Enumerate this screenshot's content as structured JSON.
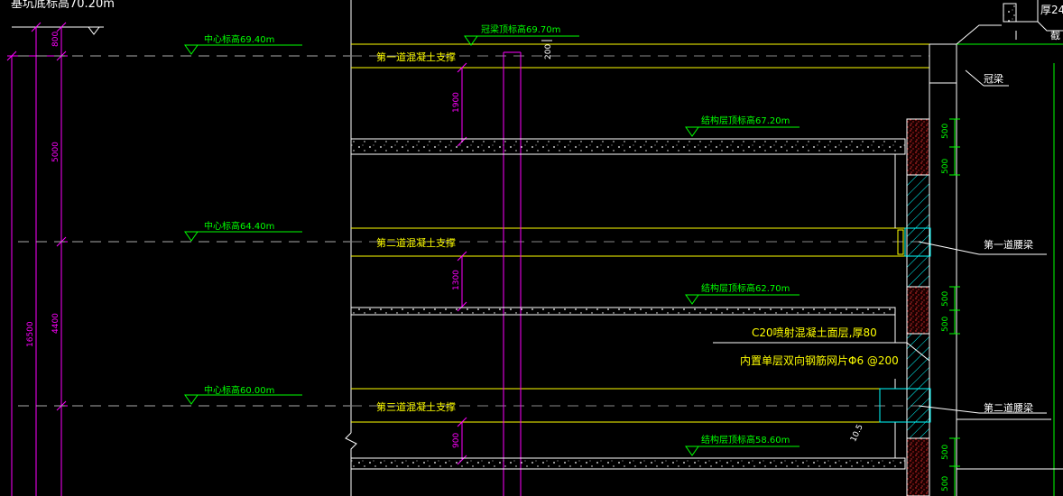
{
  "title_partial": "基坑底标高70.20m",
  "top_right": {
    "label_a": "厚24",
    "label_b": "截",
    "slope_label": "10.5"
  },
  "elevations": {
    "crown_beam_top": "冠梁顶标高69.70m",
    "center_1": "中心标高69.40m",
    "center_2": "中心标高64.40m",
    "center_3": "中心标高60.00m",
    "struct_1": "结构层顶标高67.20m",
    "struct_2": "结构层顶标高62.70m",
    "struct_3": "结构层顶标高58.60m"
  },
  "supports": [
    "第一道混凝土支撑",
    "第二道混凝土支撑",
    "第三道混凝土支撑"
  ],
  "beams": {
    "crown": "冠梁",
    "waist_1": "第一道腰梁",
    "waist_2": "第二道腰梁"
  },
  "dims_left": {
    "d800": "800",
    "d5000": "5000",
    "d4400": "4400",
    "d16500": "16500"
  },
  "dims_mid": {
    "d200": "200",
    "d1900": "1900",
    "d1300": "1300",
    "d900": "900"
  },
  "dims_right": {
    "d500": "500"
  },
  "notes": {
    "line1": "C20喷射混凝土面层,厚80",
    "line2": "内置单层双向钢筋网片Φ6 @200"
  },
  "colors": {
    "magenta": "#ff00ff",
    "green": "#00ff00",
    "yellow": "#ffff00",
    "cyan": "#00ffff",
    "white": "#ffffff",
    "red": "#cc2222"
  }
}
